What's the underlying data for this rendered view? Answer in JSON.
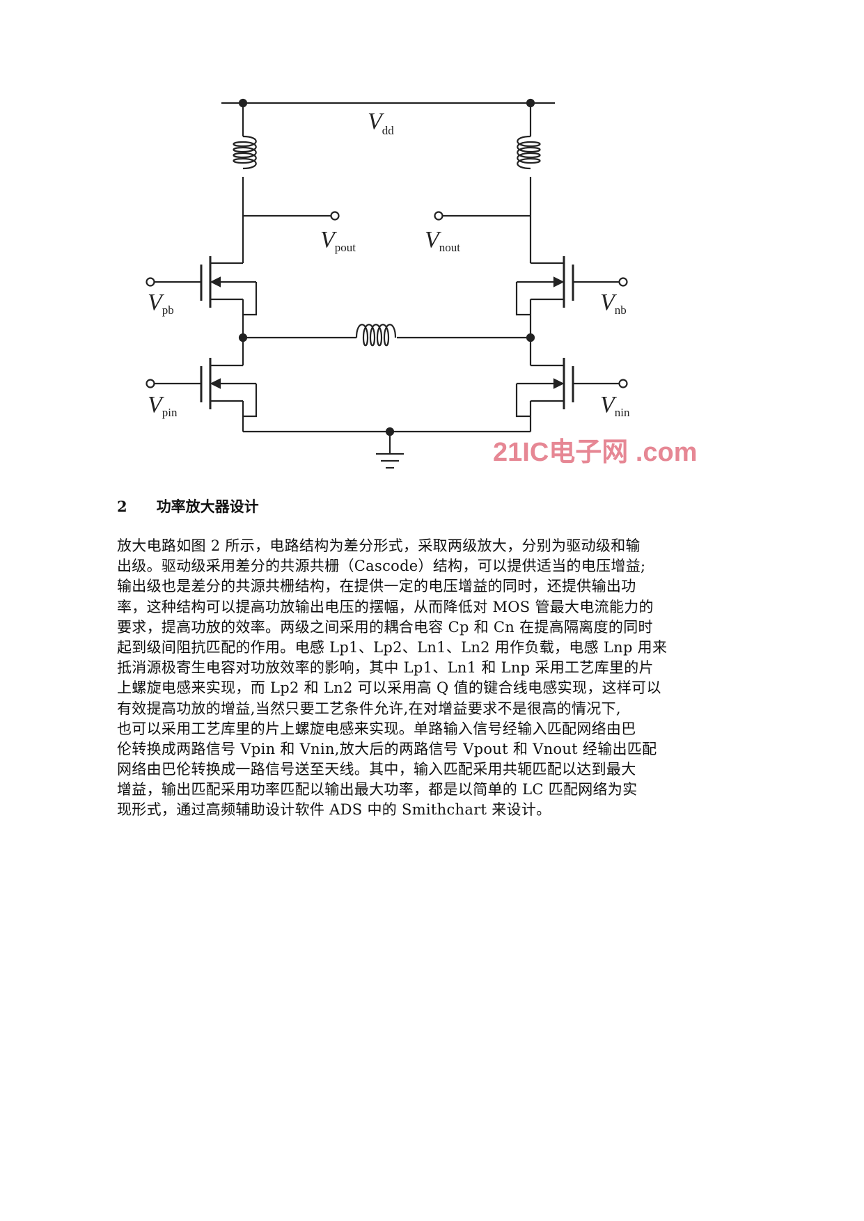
{
  "figure": {
    "labels": {
      "vdd": "V",
      "vdd_sub": "dd",
      "vpout": "V",
      "vpout_sub": "pout",
      "vnout": "V",
      "vnout_sub": "nout",
      "vpb": "V",
      "vpb_sub": "pb",
      "vnb": "V",
      "vnb_sub": "nb",
      "vpin": "V",
      "vpin_sub": "pin",
      "vnin": "V",
      "vnin_sub": "nin"
    },
    "watermark": "21IC电子网 .com",
    "watermark_color": "#e06a7a"
  },
  "section": {
    "heading": "2　　功率放大器设计"
  },
  "paragraph_lines": [
    "放大电路如图 2 所示，电路结构为差分形式，采取两级放大，分别为驱动级和输",
    "出级。驱动级采用差分的共源共栅（Cascode）结构，可以提供适当的电压增益;",
    "输出级也是差分的共源共栅结构，在提供一定的电压增益的同时，还提供输出功",
    "率，这种结构可以提高功放输出电压的摆幅，从而降低对 MOS 管最大电流能力的",
    "要求，提高功放的效率。两级之间采用的耦合电容 Cp 和 Cn 在提高隔离度的同时",
    "起到级间阻抗匹配的作用。电感 Lp1、Lp2、Ln1、Ln2 用作负载，电感 Lnp 用来",
    "抵消源极寄生电容对功放效率的影响，其中 Lp1、Ln1 和 Lnp 采用工艺库里的片",
    "上螺旋电感来实现，而 Lp2 和 Ln2 可以采用高 Q 值的键合线电感实现，这样可以",
    "有效提高功放的增益,当然只要工艺条件允许,在对增益要求不是很高的情况下,",
    "也可以采用工艺库里的片上螺旋电感来实现。单路输入信号经输入匹配网络由巴",
    "伦转换成两路信号 Vpin 和 Vnin,放大后的两路信号 Vpout 和 Vnout 经输出匹配",
    "网络由巴伦转换成一路信号送至天线。其中，输入匹配采用共轭匹配以达到最大",
    "增益，输出匹配采用功率匹配以输出最大功率，都是以简单的 LC 匹配网络为实",
    "现形式，通过高频辅助设计软件 ADS 中的 Smithchart 来设计。"
  ]
}
